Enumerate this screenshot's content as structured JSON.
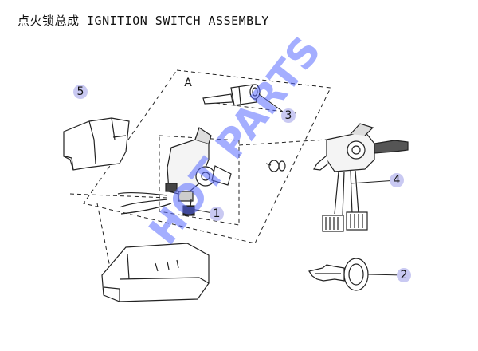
{
  "title": "点火锁总成 IGNITION SWITCH ASSEMBLY",
  "section_label": "A",
  "callouts": [
    {
      "name": "callout-5",
      "label": "5"
    },
    {
      "name": "callout-3",
      "label": "3"
    },
    {
      "name": "callout-4",
      "label": "4"
    },
    {
      "name": "callout-1",
      "label": "1"
    },
    {
      "name": "callout-2",
      "label": "2"
    }
  ],
  "watermark": "HOT PARTS",
  "colors": {
    "callout_fill": "#c9c9f2",
    "watermark": "#5b6cff",
    "line": "#222222"
  }
}
